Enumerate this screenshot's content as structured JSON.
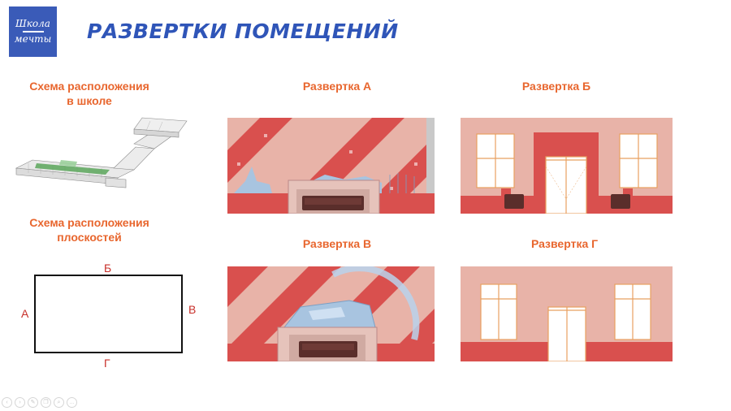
{
  "logo": {
    "line1": "Школа",
    "line2": "мечты"
  },
  "title": "РАЗВЕРТКИ ПОМЕЩЕНИЙ",
  "left": {
    "school_scheme_label_1": "Схема расположения",
    "school_scheme_label_2": "в школе",
    "planes_scheme_label_1": "Схема расположения",
    "planes_scheme_label_2": "плоскостей",
    "side_top": "Б",
    "side_left": "А",
    "side_right": "В",
    "side_bottom": "Г"
  },
  "panels": {
    "a": "Развертка А",
    "b": "Развертка Б",
    "v": "Развертка В",
    "g": "Развертка Г"
  },
  "colors": {
    "wall_light": "#e8b3a8",
    "stripe_red": "#d9504e",
    "floor_red": "#d9504e",
    "sofa": "#5a2e2b",
    "door_frame": "#e8a060"
  },
  "toolbar_icons": [
    "prev-icon",
    "next-icon",
    "pen-icon",
    "copy-icon",
    "search-icon",
    "more-icon"
  ]
}
